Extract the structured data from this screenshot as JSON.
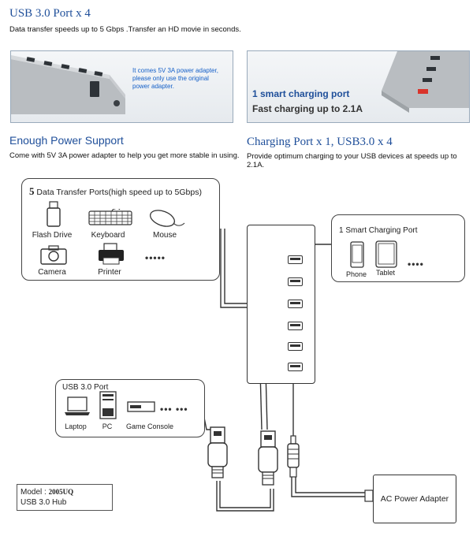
{
  "top": {
    "title": "USB 3.0 Port x 4",
    "desc": "Data transfer speeds up to 5 Gbps .Transfer an HD movie in seconds."
  },
  "photo_left": {
    "note_line1": "It comes 5V 3A power adapter,",
    "note_line2": "please only use the original",
    "note_line3": "power adapter."
  },
  "photo_right": {
    "line1": "1 smart charging port",
    "line2": "Fast charging up to 2.1A"
  },
  "power_support": {
    "title": "Enough Power Support",
    "desc": "Come with 5V 3A power adapter to help you get more stable in using."
  },
  "charging_port": {
    "title": "Charging Port x 1, USB3.0 x 4",
    "desc": "Provide optimum charging to your USB devices at speeds up to 2.1A."
  },
  "data_ports_box": {
    "number": "5",
    "title": "Data Transfer Ports(high speed up to 5Gbps)",
    "devices": [
      "Flash Drive",
      "Keyboard",
      "Mouse",
      "Camera",
      "Printer"
    ],
    "more": "•••••"
  },
  "smart_box": {
    "title": "1 Smart Charging Port",
    "devices": [
      "Phone",
      "Tablet"
    ],
    "more": "••••"
  },
  "usb3_box": {
    "title": "USB 3.0 Port",
    "devices": [
      "Laptop",
      "PC",
      "Game Console"
    ],
    "more": "••• •••"
  },
  "adapter": {
    "label": "AC Power Adapter"
  },
  "model": {
    "prefix": "Model : ",
    "number": "2005UQ",
    "name": "USB 3.0 Hub"
  },
  "colors": {
    "heading_blue": "#1f4f9a",
    "note_blue": "#1560c8",
    "hub_gray": "#9aa0a6",
    "charge_red": "#d9342b"
  }
}
